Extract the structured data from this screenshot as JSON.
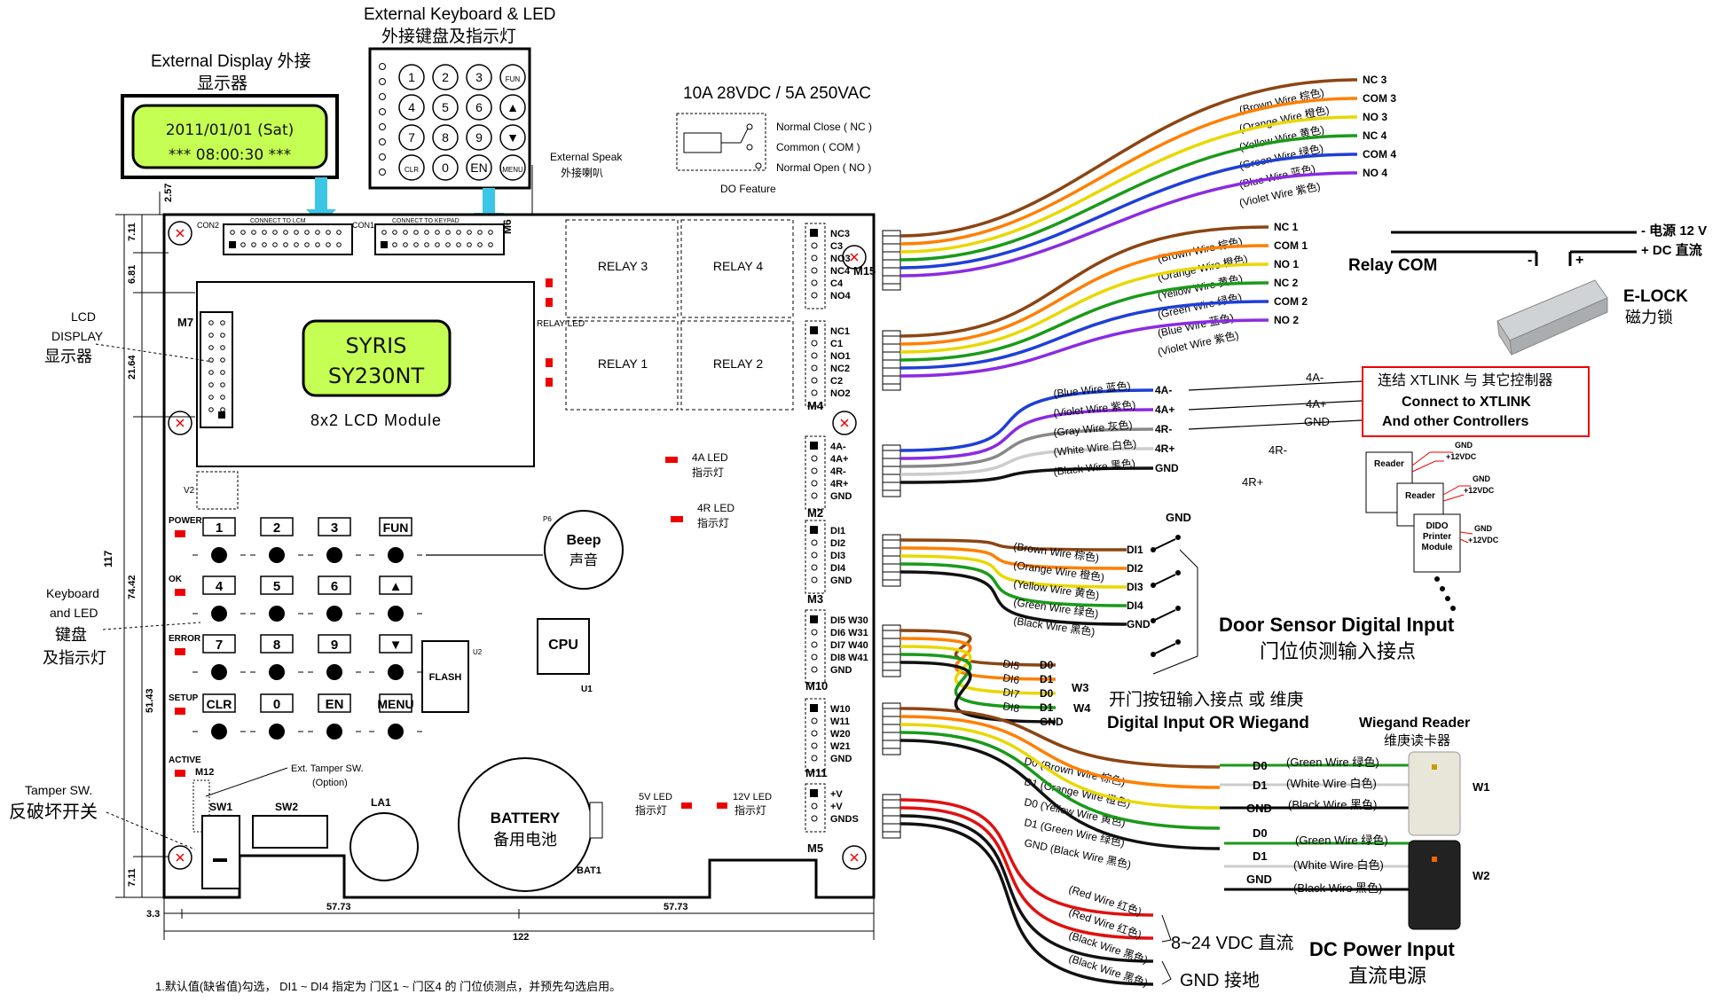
{
  "header": {
    "ext_display": "External Display 外接",
    "ext_display_2": "显示器",
    "ext_keyboard": "External Keyboard & LED",
    "ext_keyboard_2": "外接键盘及指示灯",
    "relay_rating": "10A 28VDC / 5A 250VAC",
    "do_nc": "Normal Close ( NC )",
    "do_com": "Common ( COM )",
    "do_no": "Normal Open ( NO )",
    "do_feature": "DO Feature",
    "ext_speak": "External Speak",
    "ext_speak_2": "外接喇叭"
  },
  "lcd_top": {
    "line1": "2011/01/01 (Sat)",
    "line2": "*** 08:00:30 ***"
  },
  "ext_keypad": {
    "keys": [
      "1",
      "2",
      "3",
      "FUN",
      "4",
      "5",
      "6",
      "▲",
      "7",
      "8",
      "9",
      "▼",
      "CLR",
      "0",
      "EN",
      "MENU"
    ]
  },
  "board": {
    "lcd_line1": "SYRIS",
    "lcd_line2": "SY230NT",
    "lcd_caption": "8x2 LCD Module",
    "relay3": "RELAY 3",
    "relay4": "RELAY 4",
    "relay1": "RELAY 1",
    "relay2": "RELAY 2",
    "relay_led": "RELAY LED",
    "con2": "CON2",
    "con1": "CON1",
    "connect_lcd": "CONNECT TO LCM",
    "connect_keypad": "CONNECT TO KEYPAD",
    "m6": "M6",
    "m7": "M7",
    "m15": "M15",
    "m4": "M4",
    "m2": "M2",
    "m3": "M3",
    "m10": "M10",
    "m11": "M11",
    "m5": "M5",
    "m12": "M12",
    "v2": "V2",
    "beep": "Beep",
    "beep_cn": "声音",
    "cpu": "CPU",
    "u1": "U1",
    "flash": "FLASH",
    "u2": "U2",
    "battery": "BATTERY",
    "battery_cn": "备用电池",
    "bat1": "BAT1",
    "sw1": "SW1",
    "sw2": "SW2",
    "la1": "LA1",
    "led_4a": "4A LED",
    "led_4a_cn": "指示灯",
    "led_4r": "4R LED",
    "led_4r_cn": "指示灯",
    "led_5v": "5V LED",
    "led_5v_cn": "指示灯",
    "led_12v": "12V LED",
    "led_12v_cn": "指示灯",
    "ext_tamper": "Ext. Tamper SW.",
    "ext_tamper_2": "(Option)",
    "p6": "P6",
    "keypad_side": [
      "POWER",
      "OK",
      "ERROR",
      "SETUP",
      "ACTIVE"
    ],
    "keys": [
      "1",
      "2",
      "3",
      "FUN",
      "4",
      "5",
      "6",
      "▲",
      "7",
      "8",
      "9",
      "▼",
      "CLR",
      "0",
      "EN",
      "MENU"
    ],
    "m15_pins": [
      "NC3",
      "C3",
      "NO3",
      "NC4",
      "C4",
      "NO4"
    ],
    "m4_pins": [
      "NC1",
      "C1",
      "NO1",
      "NC2",
      "C2",
      "NO2"
    ],
    "m2_pins": [
      "4A-",
      "4A+",
      "4R-",
      "4R+",
      "GND"
    ],
    "m3_pins": [
      "DI1",
      "DI2",
      "DI3",
      "DI4",
      "GND"
    ],
    "m10_pins": [
      "DI5 W30",
      "DI6 W31",
      "DI7 W40",
      "DI8 W41",
      "GND"
    ],
    "m11_pins": [
      "W10",
      "W11",
      "W20",
      "W21",
      "GND"
    ],
    "m5_pins": [
      "+V",
      "+V",
      "GNDS"
    ]
  },
  "left_labels": {
    "lcd": "LCD",
    "display": "DISPLAY",
    "display_cn": "显示器",
    "keyboard": "Keyboard",
    "and_led": "and LED",
    "keyboard_cn": "键盘",
    "led_cn": "及指示灯",
    "tamper": "Tamper SW.",
    "tamper_cn": "反破坏开关"
  },
  "dims": {
    "d257": "2.57",
    "d711a": "7.11",
    "d681": "6.81",
    "d2164": "21.64",
    "d117": "117",
    "d7442": "74.42",
    "d5143": "51.43",
    "d711b": "7.11",
    "d33": "3.3",
    "d5773a": "57.73",
    "d5773b": "57.73",
    "d122": "122"
  },
  "wires": {
    "m15": [
      {
        "label": "(Brown Wire 棕色)",
        "end": "NC 3",
        "color": "#8B4513"
      },
      {
        "label": "(Orange Wire 橙色)",
        "end": "COM 3",
        "color": "#FF7F00"
      },
      {
        "label": "(Yellow Wire 黄色)",
        "end": "NO 3",
        "color": "#E8D800"
      },
      {
        "label": "(Green Wire 绿色)",
        "end": "NC 4",
        "color": "#1A9A1A"
      },
      {
        "label": "(Blue Wire 蓝色)",
        "end": "COM 4",
        "color": "#1E3FD8"
      },
      {
        "label": "(Violet Wire 紫色)",
        "end": "NO 4",
        "color": "#8A2BE2"
      }
    ],
    "m4": [
      {
        "label": "(Brown Wire 棕色)",
        "end": "NC 1",
        "color": "#8B4513"
      },
      {
        "label": "(Orange Wire 橙色)",
        "end": "COM 1",
        "color": "#FF7F00"
      },
      {
        "label": "(Yellow Wire 黄色)",
        "end": "NO 1",
        "color": "#E8D800"
      },
      {
        "label": "(Green Wire 绿色)",
        "end": "NC 2",
        "color": "#1A9A1A"
      },
      {
        "label": "(Blue Wire 蓝色)",
        "end": "COM 2",
        "color": "#1E3FD8"
      },
      {
        "label": "(Violet Wire 紫色)",
        "end": "NO 2",
        "color": "#8A2BE2"
      }
    ],
    "m2": [
      {
        "label": "(Blue Wire 蓝色)",
        "end": "4A-",
        "color": "#1E3FD8"
      },
      {
        "label": "(Violet Wire 紫色)",
        "end": "4A+",
        "color": "#8A2BE2"
      },
      {
        "label": "(Gray Wire 灰色)",
        "end": "4R-",
        "color": "#888888"
      },
      {
        "label": "(White Wire 白色)",
        "end": "4R+",
        "color": "#cccccc"
      },
      {
        "label": "(Black  Wire 黑色)",
        "end": "GND",
        "color": "#111111"
      }
    ],
    "m3": [
      {
        "label": "(Brown Wire 棕色)",
        "end": "DI1",
        "color": "#8B4513"
      },
      {
        "label": "(Orange Wire 橙色)",
        "end": "DI2",
        "color": "#FF7F00"
      },
      {
        "label": "(Yellow Wire 黄色)",
        "end": "DI3",
        "color": "#E8D800"
      },
      {
        "label": "(Green Wire 绿色)",
        "end": "DI4",
        "color": "#1A9A1A"
      },
      {
        "label": "(Black Wire 黑色)",
        "end": "GND",
        "color": "#111111"
      }
    ],
    "m10": [
      {
        "label": "DI5",
        "end": "D0",
        "color": "#8B4513"
      },
      {
        "label": "DI6",
        "end": "D1",
        "color": "#FF7F00"
      },
      {
        "label": "DI7",
        "end": "D0",
        "color": "#E8D800"
      },
      {
        "label": "DI8",
        "end": "D1",
        "color": "#1A9A1A"
      },
      {
        "label": "",
        "end": "GND",
        "color": "#111111"
      }
    ],
    "m11": [
      {
        "label": "D0 (Brown Wire 棕色)",
        "color": "#8B4513"
      },
      {
        "label": "D1 (Orange Wire 橙色)",
        "color": "#FF7F00"
      },
      {
        "label": "D0 (Yellow Wire 黄色)",
        "color": "#E8D800"
      },
      {
        "label": "D1 (Green Wire 绿色)",
        "color": "#1A9A1A"
      },
      {
        "label": "GND (Black Wire 黑色)",
        "color": "#111111"
      }
    ],
    "m5": [
      {
        "label": "(Red Wire 红色)",
        "color": "#E01010"
      },
      {
        "label": "(Red Wire 红色)",
        "color": "#E01010"
      },
      {
        "label": "(Black Wire 黑色)",
        "color": "#111111"
      },
      {
        "label": "(Black Wire 黑色)",
        "color": "#111111"
      }
    ]
  },
  "right": {
    "power_minus": "- 电源 12 V",
    "power_plus": "+ DC 直流",
    "relay_com": "Relay COM",
    "minus": "-",
    "plus": "+",
    "elock": "E-LOCK",
    "elock_cn": "磁力锁",
    "xtlink_cn": "连结 XTLINK 与 其它控制器",
    "xtlink_1": "Connect to XTLINK",
    "xtlink_2": "And other Controllers",
    "bus_4a_minus": "4A-",
    "bus_4a_plus": "4A+",
    "bus_gnd": "GND",
    "bus_4r_minus": "4R-",
    "bus_4r_plus": "4R+",
    "bus_gnd2": "GND",
    "reader": "Reader",
    "reader2": "Reader",
    "dido_1": "DIDO",
    "dido_2": "Printer",
    "dido_3": "Module",
    "gnd_a": "GND",
    "v12_a": "+12VDC",
    "gnd_b": "GND",
    "v12_b": "+12VDC",
    "gnd_c": "GND",
    "v12_c": "+12VDC",
    "door_sensor": "Door Sensor Digital Input",
    "door_sensor_cn": "门位侦测输入接点",
    "w3": "W3",
    "w4": "W4",
    "di_or_wiegand_cn": "开门按钮输入接点 或 维庚",
    "di_or_wiegand": "Digital Input  OR Wiegand",
    "wiegand_reader": "Wiegand Reader",
    "wiegand_reader_cn": "维庚读卡器",
    "w1": "W1",
    "w2": "W2",
    "r1_d0": "D0",
    "r1_d1": "D1",
    "r1_gnd": "GND",
    "r1_d0_wire": "(Green Wire 绿色)",
    "r1_d1_wire": "(White Wire 白色)",
    "r1_gnd_wire": "(Black Wire 黑色)",
    "r2_d0": "D0",
    "r2_d1": "D1",
    "r2_gnd": "GND",
    "r2_d0_wire": "(Green Wire 绿色)",
    "r2_d1_wire": "(White Wire 白色)",
    "r2_gnd_wire": "(Black Wire 黑色)",
    "vdc": "8~24 VDC 直流",
    "gnd_ground": "GND 接地",
    "dc_power": "DC Power Input",
    "dc_power_cn": "直流电源"
  },
  "footnote": "1.默认值(缺省值)勾选， DI1 ~ DI4 指定为 门区1 ~ 门区4 的 门位侦测点，并预先勾选启用。"
}
